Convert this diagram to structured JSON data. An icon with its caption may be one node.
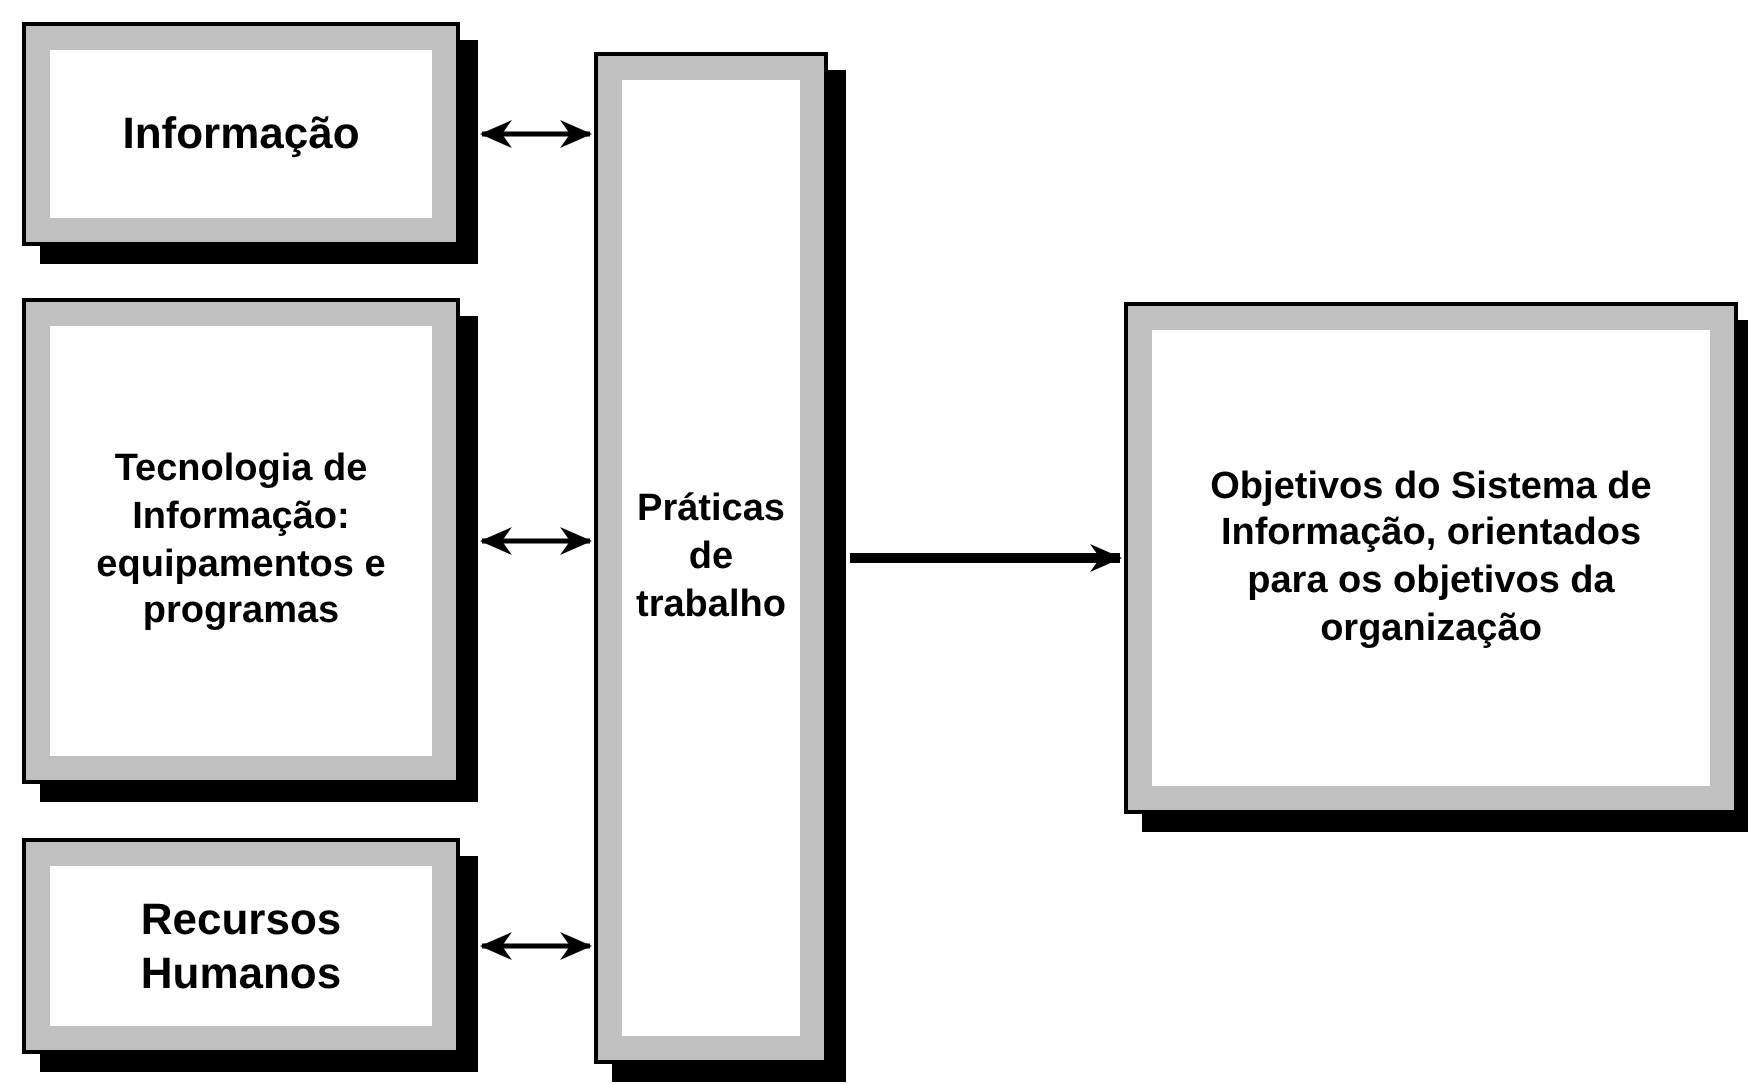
{
  "diagram": {
    "nodes": [
      {
        "text": [
          "Informação"
        ]
      },
      {
        "text": [
          "Tecnologia de Informação: equipamentos e programas"
        ]
      },
      {
        "text": [
          "Recursos Humanos"
        ]
      },
      {
        "text": [
          "Práticas de trabalho"
        ]
      },
      {
        "text": [
          "Objetivos do Sistema de Informação, orientados para os objetivos da organização"
        ]
      }
    ],
    "edges": [
      {
        "from": 0,
        "to": 3,
        "arrow": "both"
      },
      {
        "from": 1,
        "to": 3,
        "arrow": "both"
      },
      {
        "from": 2,
        "to": 3,
        "arrow": "both"
      },
      {
        "from": 3,
        "to": 4,
        "arrow": "to",
        "style": "thick"
      }
    ]
  }
}
